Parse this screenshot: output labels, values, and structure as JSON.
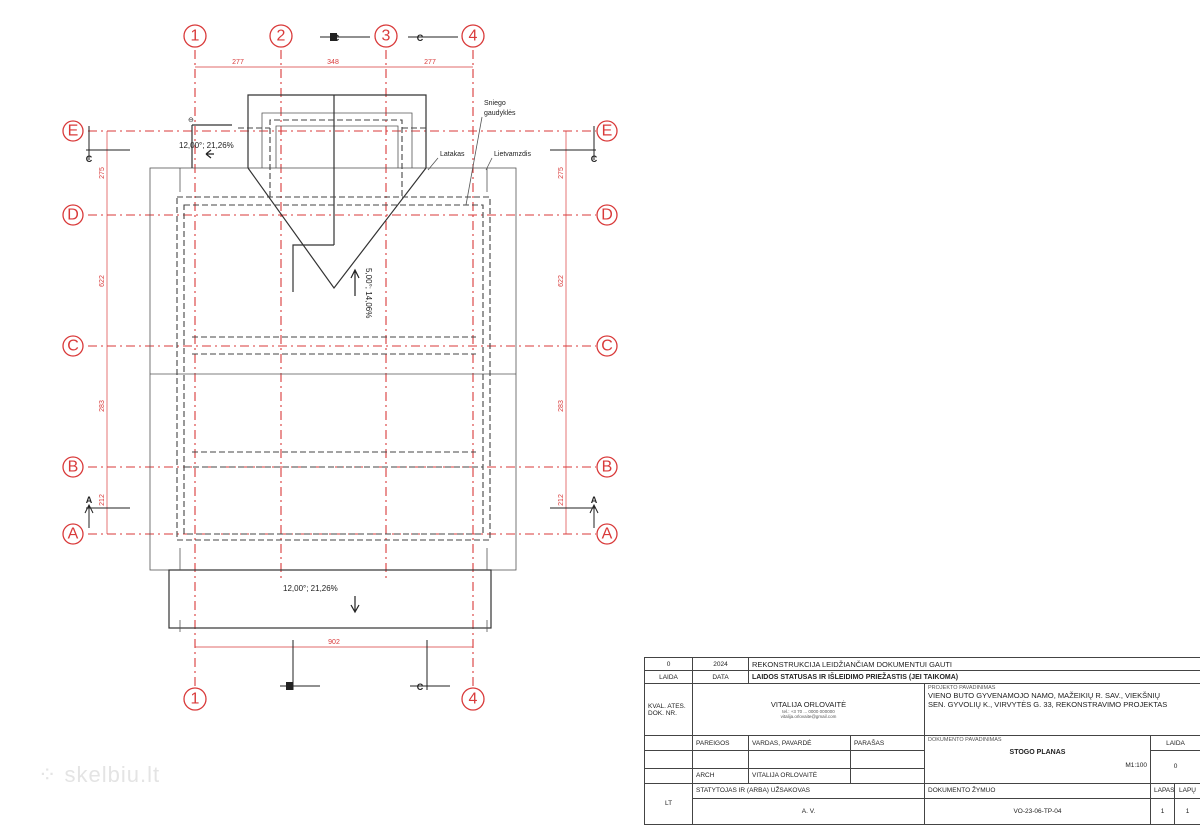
{
  "grid": {
    "columns": [
      "1",
      "2",
      "3",
      "4"
    ],
    "rows": [
      "E",
      "D",
      "C",
      "B",
      "A"
    ]
  },
  "dimensions": {
    "top": [
      "277",
      "348",
      "277"
    ],
    "bottom": "902",
    "left": [
      "275",
      "622",
      "283",
      "212"
    ],
    "right": [
      "275",
      "622",
      "283",
      "212"
    ]
  },
  "sections": {
    "top_left": "C",
    "top_right": "C",
    "bottom_left": "C",
    "bottom_right": "C",
    "side_left": "A",
    "side_right": "A",
    "end_left": "C",
    "end_right": "C"
  },
  "annotations": {
    "snow_guard": [
      "Sniego",
      "gaudyklės"
    ],
    "gutter": "Latakas",
    "gutter2": "Lietvamzdis"
  },
  "slopes": {
    "top": "12,00°; 21,26%",
    "mid": "5,00°; 14,06%",
    "bottom": "12,00°; 21,26%"
  },
  "titleblock": {
    "rev_no": "0",
    "rev_year": "2024",
    "rev_desc": "REKONSTRUKCIJA LEIDŽIANČIAM DOKUMENTUI GAUTI",
    "col_laida": "LAIDA",
    "col_data": "DATA",
    "col_reason": "LAIDOS STATUSAS IR IŠLEIDIMO PRIEŽASTIS (JEI TAIKOMA)",
    "kval_line1": "KVAL. ATES.",
    "kval_line2": "DOK. NR.",
    "author_name": "VITALIJA ORLOVAITĖ",
    "author_small1": "tel.: +3 70 ... 0000 000000",
    "author_small2": "vitalija.orlovaite@gmail.com",
    "project_label": "PROJEKTO PAVADINIMAS",
    "project_line1": "VIENO BUTO GYVENAMOJO NAMO, MAŽEIKIŲ R. SAV., VIEKŠNIŲ",
    "project_line2": "SEN. GYVOLIŲ K., VIRVYTĖS G. 33, REKONSTRAVIMO PROJEKTAS",
    "h_pareigos": "PAREIGOS",
    "h_vardas": "VARDAS, PAVARDĖ",
    "h_parasas": "PARAŠAS",
    "doc_name_label": "DOKUMENTO PAVADINIMAS",
    "doc_name": "STOGO PLANAS",
    "laida_label": "LAIDA",
    "laida_val": "0",
    "scale": "M1:100",
    "role_arch": "ARCH",
    "arch_name": "VITALIJA ORLOVAITĖ",
    "builder_label": "STATYTOJAS IR (ARBA) UŽSAKOVAS",
    "builder_name": "A. V.",
    "country": "LT",
    "doc_code_label": "DOKUMENTO ŽYMUO",
    "doc_code": "VO-23-06-TP-04",
    "lapas_label": "LAPAS",
    "lapu_label": "LAPŲ",
    "lapas_val": "1",
    "lapu_val": "1"
  },
  "watermark": "skelbiu.lt"
}
